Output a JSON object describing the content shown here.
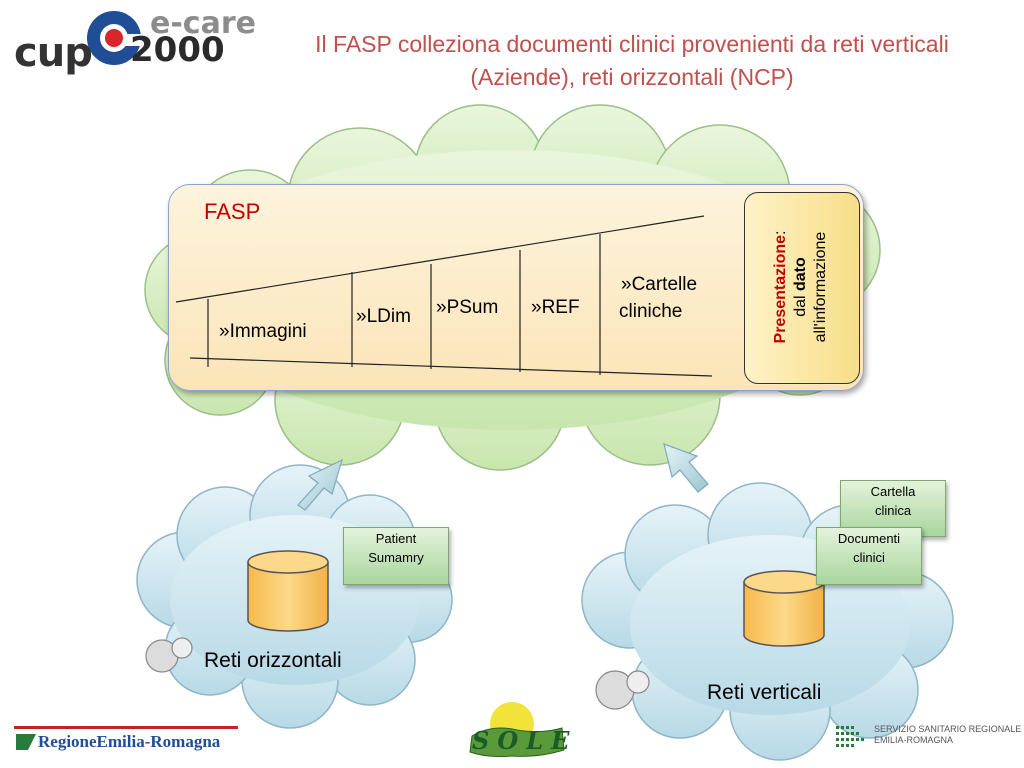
{
  "title": {
    "line1": "Il FASP colleziona documenti clinici provenienti da reti verticali",
    "line2": "(Aziende), reti orizzontali (NCP)"
  },
  "logo": {
    "cup": "cup",
    "ecare": "e-care",
    "year": "2000"
  },
  "fasp": {
    "label": "FASP",
    "items": [
      "»Immagini",
      "»LDim",
      "»PSum",
      "»REF",
      "»Cartelle",
      "cliniche"
    ]
  },
  "presentazione": {
    "title": "Presentazione",
    "colon": ":",
    "dal": "dal",
    "dato": "dato",
    "informazione": "all'informazione"
  },
  "left_cloud": {
    "label": "Reti orizzontali",
    "note": [
      "Patient",
      "Sumamry"
    ]
  },
  "right_cloud": {
    "label": "Reti verticali",
    "note_back": [
      "Cartella",
      "clinica"
    ],
    "note_front": [
      "Documenti",
      "clinici"
    ]
  },
  "footer": {
    "regione": "RegioneEmilia-Romagna",
    "sole": "SOLE",
    "ssr_line1": "SERVIZIO SANITARIO REGIONALE",
    "ssr_line2": "EMILIA-ROMAGNA"
  },
  "colors": {
    "title": "#c0504d",
    "fasp_label": "#c00000",
    "cloud_green": "#d9efc6",
    "cloud_blue": "#cfe6ef",
    "cylinder": "#f9c86a",
    "note_green": "#a9d59d"
  },
  "icons": [
    "up-arrow-icon",
    "database-icon",
    "bubble-icon",
    "regione-flag-icon",
    "sole-map-icon",
    "ssr-grid-icon"
  ]
}
